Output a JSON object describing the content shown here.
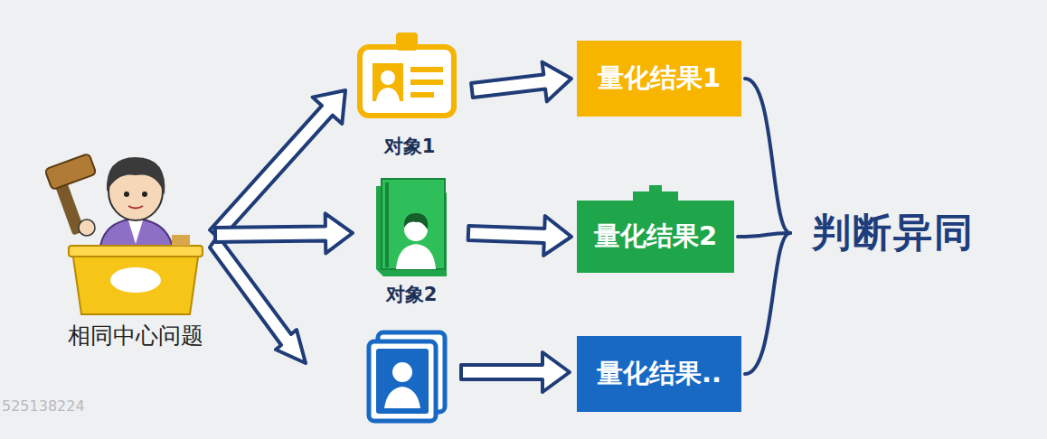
{
  "diagram": {
    "nodes": [
      {
        "text": [
          "相同中心问题"
        ]
      },
      {
        "text": [
          "对象1"
        ]
      },
      {
        "text": [
          "对象2"
        ]
      },
      {
        "text": [
          "量化结果1"
        ]
      },
      {
        "text": [
          "量化结果2"
        ]
      },
      {
        "text": [
          "量化结果.."
        ]
      },
      {
        "text": [
          "判断异同"
        ]
      }
    ],
    "edges": [
      {
        "from": 0,
        "to": 1,
        "arrow": "to"
      },
      {
        "from": 0,
        "to": 2,
        "arrow": "to"
      },
      {
        "from": 1,
        "to": 3,
        "arrow": "to"
      },
      {
        "from": 2,
        "to": 4,
        "arrow": "to"
      },
      {
        "from": 3,
        "to": 6,
        "arrow": "none"
      },
      {
        "from": 4,
        "to": 6,
        "arrow": "none"
      },
      {
        "from": 5,
        "to": 6,
        "arrow": "none"
      }
    ],
    "labels": [
      "525138224"
    ]
  }
}
